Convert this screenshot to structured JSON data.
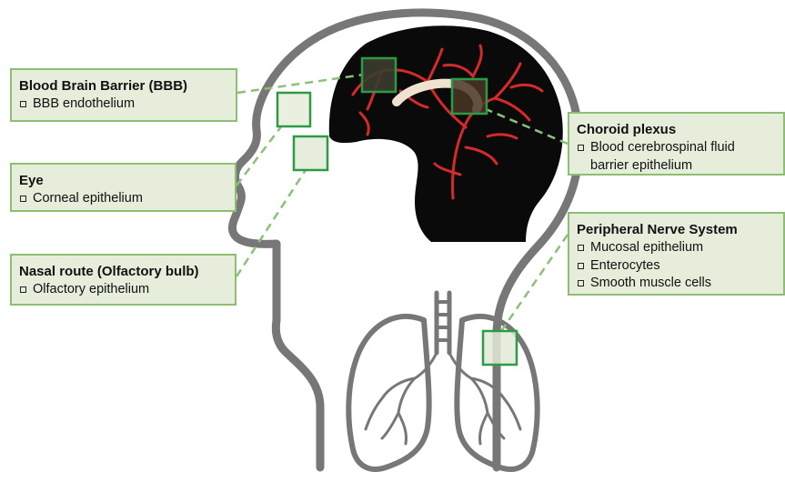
{
  "colors": {
    "head_outline": "#777777",
    "brain": "#0a0a0a",
    "vessel": "#d42a2a",
    "ventricle": "#efe3cf",
    "highlight_stroke": "#2d9a45",
    "highlight_fill": "#e3ead6",
    "leader_line": "#8cc07a",
    "box_fill": "#e6eedb",
    "box_border": "#8dbf72"
  },
  "callouts": {
    "bbb": {
      "title": "Blood Brain Barrier (BBB)",
      "items": [
        "BBB endothelium"
      ]
    },
    "eye": {
      "title": "Eye",
      "items": [
        "Corneal epithelium"
      ]
    },
    "nasal": {
      "title": "Nasal route (Olfactory bulb)",
      "items": [
        "Olfactory epithelium"
      ]
    },
    "choroid": {
      "title": "Choroid plexus",
      "items": [
        "Blood cerebrospinal fluid",
        "barrier epithelium"
      ]
    },
    "pns": {
      "title": "Peripheral Nerve System",
      "items": [
        "Mucosal epithelium",
        "Enterocytes",
        "Smooth muscle cells"
      ]
    }
  }
}
